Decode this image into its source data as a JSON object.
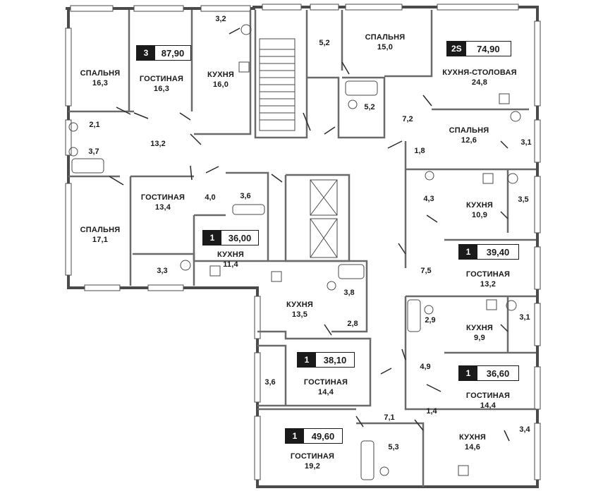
{
  "apartments": [
    {
      "id": "apt-87-90",
      "rooms": "3",
      "area": "87,90"
    },
    {
      "id": "apt-74-90",
      "rooms": "2S",
      "area": "74,90"
    },
    {
      "id": "apt-36-00",
      "rooms": "1",
      "area": "36,00"
    },
    {
      "id": "apt-39-40",
      "rooms": "1",
      "area": "39,40"
    },
    {
      "id": "apt-38-10",
      "rooms": "1",
      "area": "38,10"
    },
    {
      "id": "apt-36-60",
      "rooms": "1",
      "area": "36,60"
    },
    {
      "id": "apt-49-60",
      "rooms": "1",
      "area": "49,60"
    }
  ],
  "rooms": [
    {
      "name": "СПАЛЬНЯ",
      "area": "16,3"
    },
    {
      "name": "ГОСТИНАЯ",
      "area": "16,3"
    },
    {
      "name": "КУХНЯ",
      "area": "16,0"
    },
    {
      "name": "СПАЛЬНЯ",
      "area": "15,0"
    },
    {
      "name": "КУХНЯ-СТОЛОВАЯ",
      "area": "24,8"
    },
    {
      "name": "СПАЛЬНЯ",
      "area": "12,6"
    },
    {
      "name": "ГОСТИНАЯ",
      "area": "13,4"
    },
    {
      "name": "СПАЛЬНЯ",
      "area": "17,1"
    },
    {
      "name": "КУХНЯ",
      "area": "11,4"
    },
    {
      "name": "КУХНЯ",
      "area": "10,9"
    },
    {
      "name": "ГОСТИНАЯ",
      "area": "13,2"
    },
    {
      "name": "КУХНЯ",
      "area": "13,5"
    },
    {
      "name": "КУХНЯ",
      "area": "9,9"
    },
    {
      "name": "ГОСТИНАЯ",
      "area": "14,4"
    },
    {
      "name": "ГОСТИНАЯ",
      "area": "14,4"
    },
    {
      "name": "КУХНЯ",
      "area": "14,6"
    },
    {
      "name": "ГОСТИНАЯ",
      "area": "19,2"
    }
  ],
  "small_areas": [
    "3,2",
    "5,2",
    "2,1",
    "13,2",
    "3,7",
    "5,2",
    "7,2",
    "1,8",
    "3,1",
    "4,0",
    "3,6",
    "4,3",
    "3,5",
    "3,3",
    "7,5",
    "3,8",
    "2,8",
    "2,9",
    "3,1",
    "4,9",
    "3,6",
    "1,4",
    "7,1",
    "5,3",
    "3,4"
  ]
}
